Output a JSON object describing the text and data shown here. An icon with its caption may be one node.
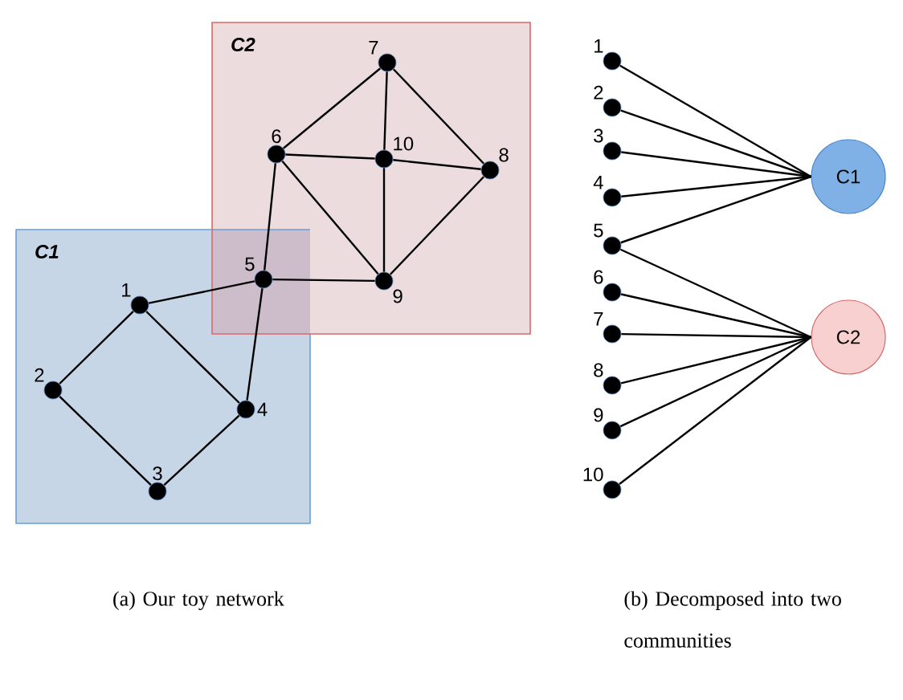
{
  "diagram": {
    "nodes": [
      {
        "text": [
          "C1"
        ]
      },
      {
        "text": [
          "C2"
        ]
      },
      {
        "text": [],
        "shape": "circle",
        "beside": [
          "1"
        ],
        "in": 0
      },
      {
        "text": [],
        "shape": "circle",
        "beside": [
          "2"
        ],
        "in": 0
      },
      {
        "text": [],
        "shape": "circle",
        "beside": [
          "3"
        ],
        "in": 0
      },
      {
        "text": [],
        "shape": "circle",
        "beside": [
          "4"
        ],
        "in": 0
      },
      {
        "text": [],
        "shape": "circle",
        "beside": [
          "5"
        ]
      },
      {
        "text": [],
        "shape": "circle",
        "beside": [
          "6"
        ],
        "in": 1
      },
      {
        "text": [],
        "shape": "circle",
        "beside": [
          "7"
        ],
        "in": 1
      },
      {
        "text": [],
        "shape": "circle",
        "beside": [
          "8"
        ],
        "in": 1
      },
      {
        "text": [],
        "shape": "circle",
        "beside": [
          "9"
        ],
        "in": 1
      },
      {
        "text": [],
        "shape": "circle",
        "beside": [
          "10"
        ],
        "in": 1
      },
      {
        "text": [],
        "shape": "circle",
        "beside": [
          "1"
        ]
      },
      {
        "text": [],
        "shape": "circle",
        "beside": [
          "2"
        ]
      },
      {
        "text": [],
        "shape": "circle",
        "beside": [
          "3"
        ]
      },
      {
        "text": [],
        "shape": "circle",
        "beside": [
          "4"
        ]
      },
      {
        "text": [],
        "shape": "circle",
        "beside": [
          "5"
        ]
      },
      {
        "text": [],
        "shape": "circle",
        "beside": [
          "6"
        ]
      },
      {
        "text": [],
        "shape": "circle",
        "beside": [
          "7"
        ]
      },
      {
        "text": [],
        "shape": "circle",
        "beside": [
          "8"
        ]
      },
      {
        "text": [],
        "shape": "circle",
        "beside": [
          "9"
        ]
      },
      {
        "text": [],
        "shape": "circle",
        "beside": [
          "10"
        ]
      },
      {
        "text": [
          "C1"
        ]
      },
      {
        "text": [
          "C2"
        ]
      }
    ],
    "edges": [
      {
        "from": 2,
        "to": 3,
        "arrow": "none"
      },
      {
        "from": 3,
        "to": 4,
        "arrow": "none"
      },
      {
        "from": 4,
        "to": 5,
        "arrow": "none"
      },
      {
        "from": 2,
        "to": 5,
        "arrow": "none"
      },
      {
        "from": 2,
        "to": 6,
        "arrow": "none"
      },
      {
        "from": 5,
        "to": 6,
        "arrow": "none"
      },
      {
        "from": 6,
        "to": 10,
        "arrow": "none"
      },
      {
        "from": 6,
        "to": 7,
        "arrow": "none"
      },
      {
        "from": 7,
        "to": 8,
        "arrow": "none"
      },
      {
        "from": 7,
        "to": 11,
        "arrow": "none"
      },
      {
        "from": 7,
        "to": 10,
        "arrow": "none"
      },
      {
        "from": 8,
        "to": 11,
        "arrow": "none"
      },
      {
        "from": 8,
        "to": 9,
        "arrow": "none"
      },
      {
        "from": 11,
        "to": 9,
        "arrow": "none"
      },
      {
        "from": 11,
        "to": 10,
        "arrow": "none"
      },
      {
        "from": 10,
        "to": 9,
        "arrow": "none"
      },
      {
        "from": 12,
        "to": 22,
        "arrow": "none"
      },
      {
        "from": 13,
        "to": 22,
        "arrow": "none"
      },
      {
        "from": 14,
        "to": 22,
        "arrow": "none"
      },
      {
        "from": 15,
        "to": 22,
        "arrow": "none"
      },
      {
        "from": 16,
        "to": 22,
        "arrow": "none"
      },
      {
        "from": 16,
        "to": 23,
        "arrow": "none"
      },
      {
        "from": 17,
        "to": 23,
        "arrow": "none"
      },
      {
        "from": 18,
        "to": 23,
        "arrow": "none"
      },
      {
        "from": 19,
        "to": 23,
        "arrow": "none"
      },
      {
        "from": 20,
        "to": 23,
        "arrow": "none"
      },
      {
        "from": 21,
        "to": 23,
        "arrow": "none"
      }
    ],
    "labels": [
      "(a) Our toy network",
      "(b) Decomposed into two communities"
    ]
  }
}
